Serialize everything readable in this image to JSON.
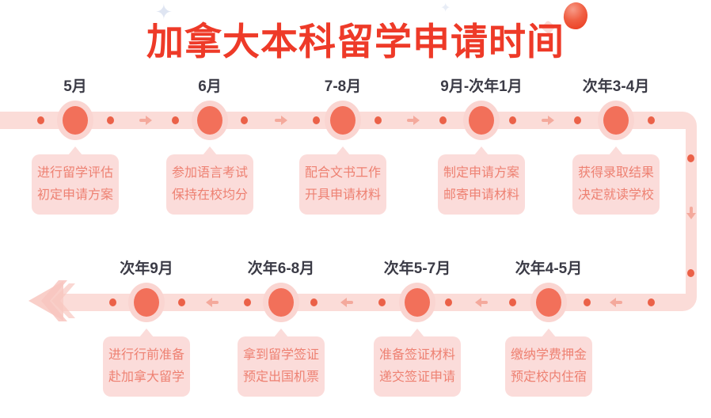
{
  "title": {
    "text": "加拿大本科留学申请时间"
  },
  "theme": {
    "title_red": "#ee3a28",
    "band_pink": "#fbdcd8",
    "node_salmon": "#f2705a",
    "dot_red": "#eb6148",
    "arrow_pink": "#f4a99c",
    "card_pink": "#fbdcda",
    "card_text_salmon": "#ee8172",
    "month_dark": "#3b3b46"
  },
  "icons": {
    "forward_flow": "arrow-right",
    "backward_flow": "arrow-left",
    "connector_turn": "arrow-down",
    "end_marker": "triple-chevron-left",
    "decoration": "red-balloon"
  },
  "top_row": {
    "direction": "left-to-right",
    "milestones": [
      {
        "month": "5月",
        "line1": "进行留学评估",
        "line2": "初定申请方案"
      },
      {
        "month": "6月",
        "line1": "参加语言考试",
        "line2": "保持在校均分"
      },
      {
        "month": "7-8月",
        "line1": "配合文书工作",
        "line2": "开具申请材料"
      },
      {
        "month": "9月-次年1月",
        "line1": "制定申请方案",
        "line2": "邮寄申请材料"
      },
      {
        "month": "次年3-4月",
        "line1": "获得录取结果",
        "line2": "决定就读学校"
      }
    ]
  },
  "bottom_row": {
    "direction": "right-to-left",
    "milestones": [
      {
        "month": "次年9月",
        "line1": "进行行前准备",
        "line2": "赴加拿大留学"
      },
      {
        "month": "次年6-8月",
        "line1": "拿到留学签证",
        "line2": "预定出国机票"
      },
      {
        "month": "次年5-7月",
        "line1": "准备签证材料",
        "line2": "递交签证申请"
      },
      {
        "month": "次年4-5月",
        "line1": "缴纳学费押金",
        "line2": "预定校内住宿"
      }
    ]
  }
}
